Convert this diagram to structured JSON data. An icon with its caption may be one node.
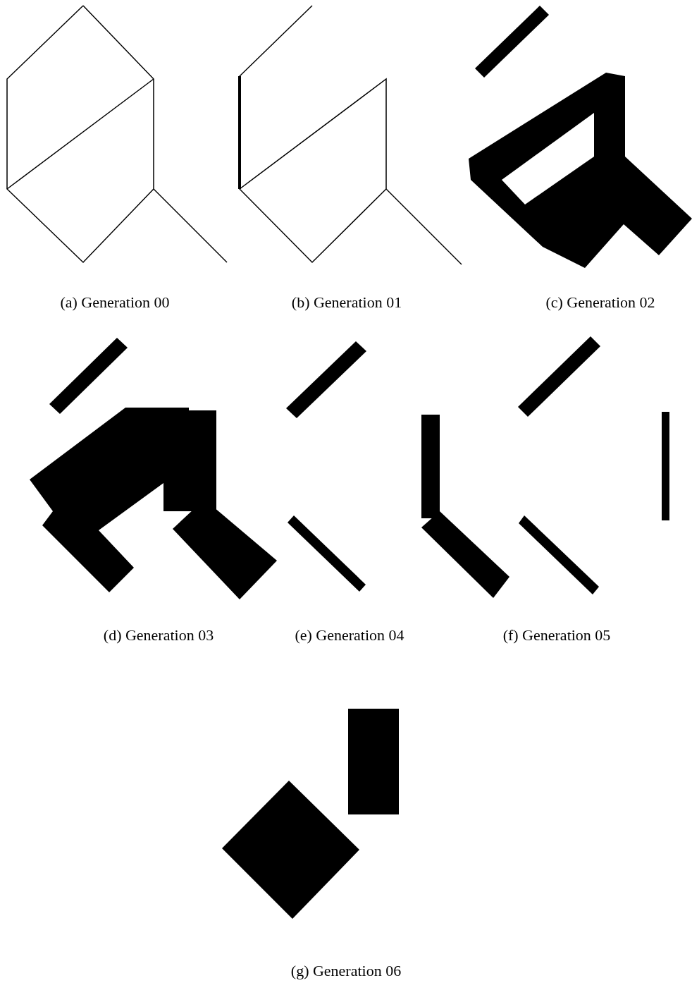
{
  "diagram": {
    "labels": [
      "(a) Generation 00",
      "(b) Generation 01",
      "(c) Generation 02",
      "(d) Generation 03",
      "(e) Generation 04",
      "(f) Generation 05",
      "(g) Generation 06"
    ]
  }
}
